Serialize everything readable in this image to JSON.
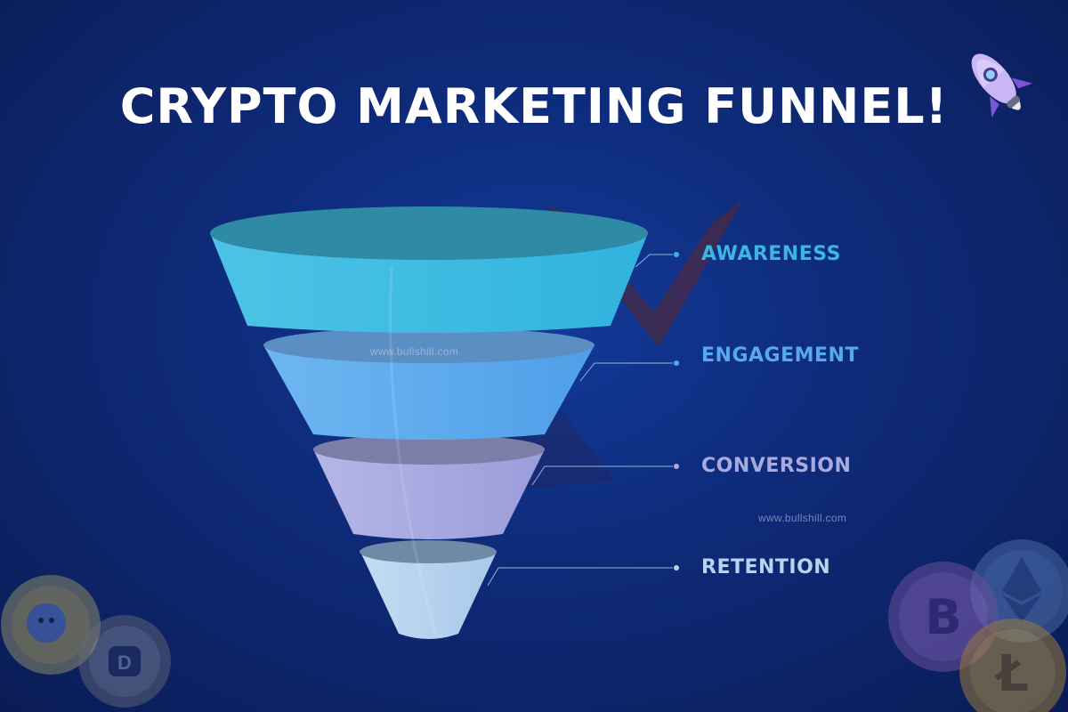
{
  "title": "CRYPTO MARKETING FUNNEL!",
  "watermark": "www.bullshill.com",
  "stages": [
    {
      "label": "AWARENESS",
      "color": "#3bb6e0"
    },
    {
      "label": "ENGAGEMENT",
      "color": "#57a8ec"
    },
    {
      "label": "CONVERSION",
      "color": "#a9abe0"
    },
    {
      "label": "RETENTION",
      "color": "#b7d4ee"
    }
  ],
  "icons": {
    "rocket": "rocket-icon",
    "coins": [
      "dogecoin-icon",
      "bitcoin-icon",
      "ethereum-icon",
      "litecoin-icon"
    ]
  }
}
